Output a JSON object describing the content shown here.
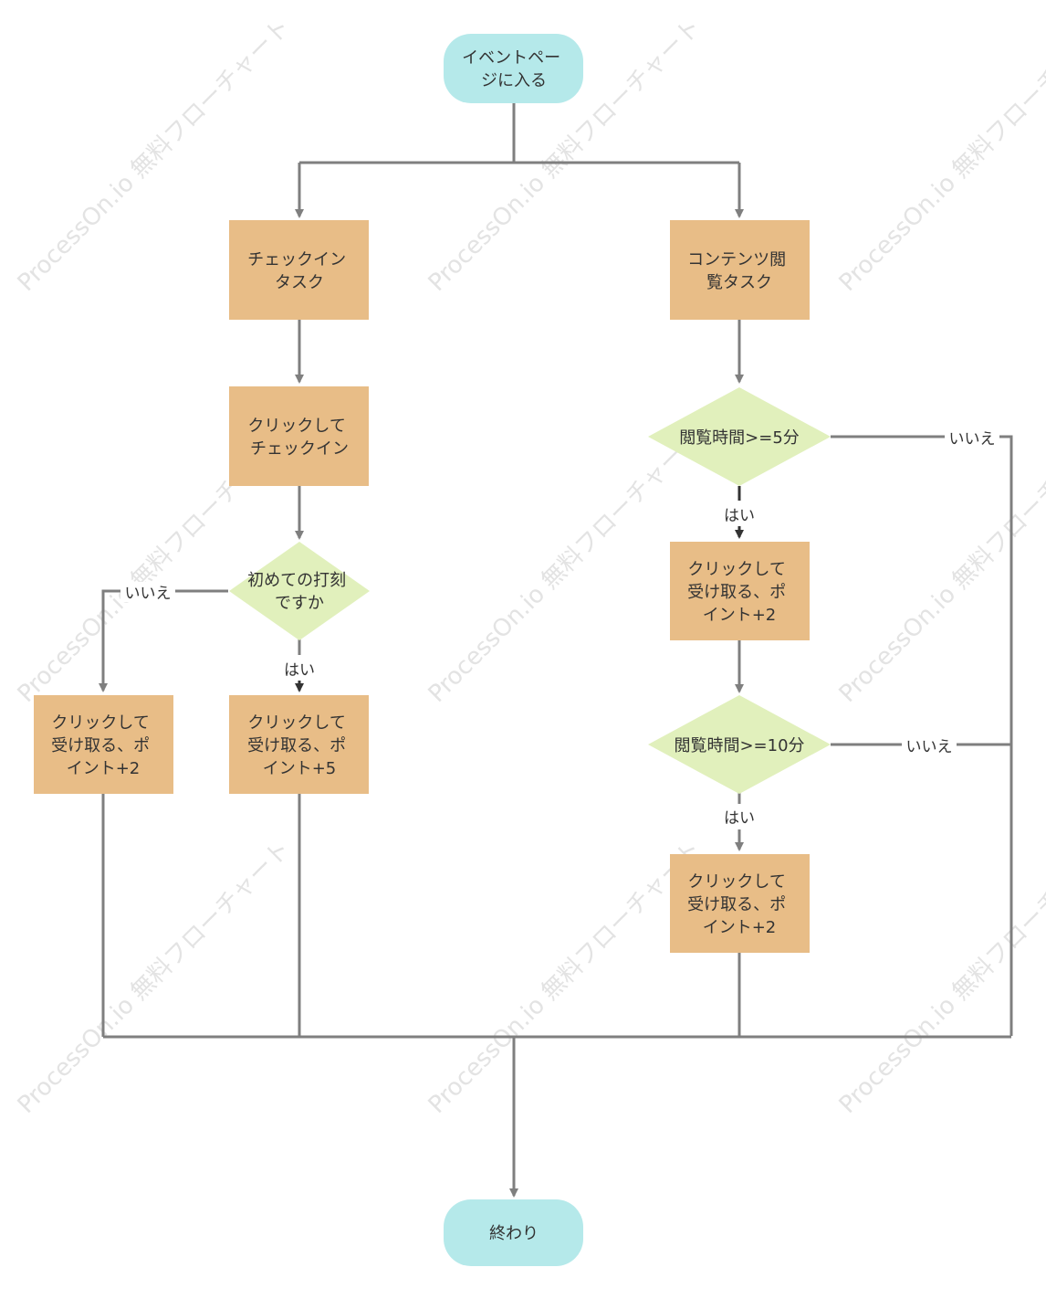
{
  "watermark": "ProcessOn.io 無料フローチャート",
  "colors": {
    "terminal": "#b5e9ea",
    "process": "#e8bd87",
    "decision": "#e1f0bc",
    "line": "#7f7f7f"
  },
  "nodes": {
    "start": [
      "イベントペー",
      "ジに入る"
    ],
    "checkin_task": [
      "チェックイン",
      "タスク"
    ],
    "content_task": [
      "コンテンツ閲",
      "覧タスク"
    ],
    "click_checkin": [
      "クリックして",
      "チェックイン"
    ],
    "first_stamp": [
      "初めての打刻",
      "ですか"
    ],
    "view5": [
      "閲覧時間>=5分"
    ],
    "view10": [
      "閲覧時間>=10分"
    ],
    "reward_left_2": [
      "クリックして",
      "受け取る、ポ",
      "イント+2"
    ],
    "reward_5": [
      "クリックして",
      "受け取る、ポ",
      "イント+5"
    ],
    "reward_r1": [
      "クリックして",
      "受け取る、ポ",
      "イント+2"
    ],
    "reward_r2": [
      "クリックして",
      "受け取る、ポ",
      "イント+2"
    ],
    "end": [
      "終わり"
    ]
  },
  "edge_labels": {
    "first_no": "いいえ",
    "first_yes": "はい",
    "view5_no": "いいえ",
    "view5_yes": "はい",
    "view10_no": "いいえ",
    "view10_yes": "はい"
  }
}
